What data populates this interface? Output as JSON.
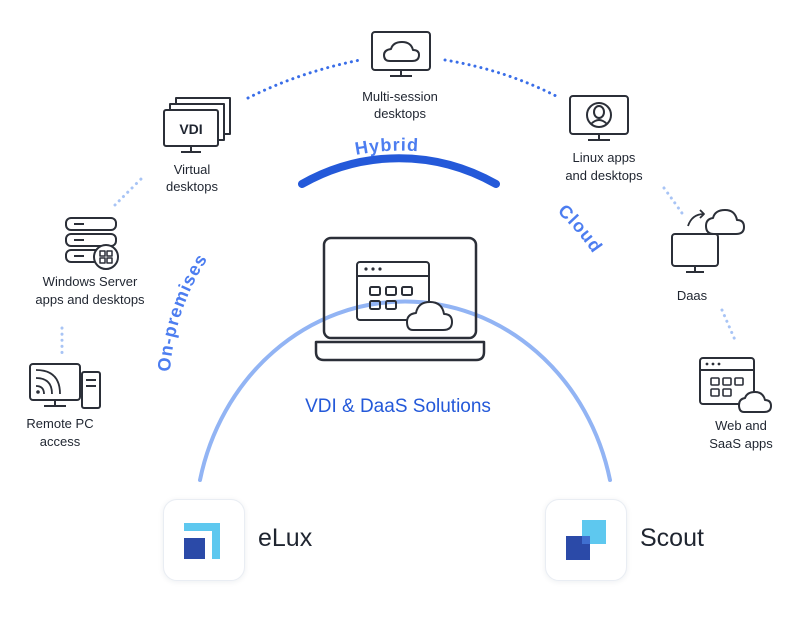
{
  "center": {
    "title": "VDI & DaaS Solutions"
  },
  "arc_labels": {
    "left": "On-premises",
    "top": "Hybrid",
    "right": "Cloud"
  },
  "nodes": {
    "remote_pc": [
      "Remote PC",
      "access"
    ],
    "windows_server": [
      "Windows Server",
      "apps and desktops"
    ],
    "virtual_desktops": {
      "icon_text": "VDI",
      "lines": [
        "Virtual",
        "desktops"
      ]
    },
    "multi_session": [
      "Multi-session",
      "desktops"
    ],
    "linux": [
      "Linux apps",
      "and desktops"
    ],
    "daas": [
      "Daas"
    ],
    "web_saas": [
      "Web and",
      "SaaS apps"
    ]
  },
  "brands": {
    "elux": {
      "name": "eLux",
      "icon": "elux-logo-icon"
    },
    "scout": {
      "name": "Scout",
      "icon": "scout-logo-icon"
    }
  },
  "colors": {
    "arc_light": "#92b4f4",
    "arc_hybrid": "#2459d9",
    "dots": "#3a6ee8",
    "dots_light": "#a8c4f5",
    "label_blue": "#4c7df0",
    "icon_stroke": "#2b2f38",
    "logo_dark": "#2b4aa8",
    "logo_light": "#5ec8ef"
  }
}
